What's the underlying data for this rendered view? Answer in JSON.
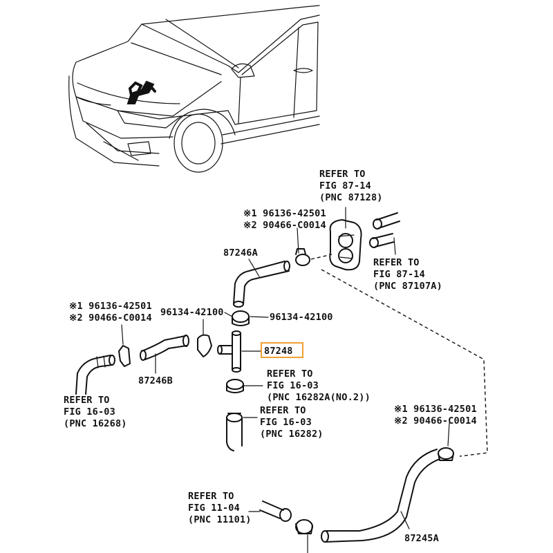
{
  "highlight_color": "#f0a030",
  "line_color": "#111111",
  "labels": {
    "ref_87128_1": "REFER TO",
    "ref_87128_2": "FIG 87-14",
    "ref_87128_3": "(PNC 87128)",
    "topclip_1": "※1 96136-42501",
    "topclip_2": "※2 90466-C0014",
    "hose_87246a": "87246A",
    "ref_87107_1": "REFER TO",
    "ref_87107_2": "FIG 87-14",
    "ref_87107_3": "(PNC 87107A)",
    "leftclip_1": "※1 96136-42501",
    "leftclip_2": "※2 90466-C0014",
    "clamp_left": "96134-42100",
    "clamp_right": "96134-42100",
    "part_87248": "87248",
    "ref_16282a_1": "REFER TO",
    "ref_16282a_2": "FIG 16-03",
    "ref_16282a_3": "(PNC 16282A(NO.2))",
    "hose_87246b": "87246B",
    "ref_16268_1": "REFER TO",
    "ref_16268_2": "FIG 16-03",
    "ref_16268_3": "(PNC 16268)",
    "ref_16282_1": "REFER TO",
    "ref_16282_2": "FIG 16-03",
    "ref_16282_3": "(PNC 16282)",
    "rightclip_1": "※1 96136-42501",
    "rightclip_2": "※2 90466-C0014",
    "ref_11101_1": "REFER TO",
    "ref_11101_2": "FIG 11-04",
    "ref_11101_3": "(PNC 11101)",
    "hose_87245a": "87245A"
  }
}
